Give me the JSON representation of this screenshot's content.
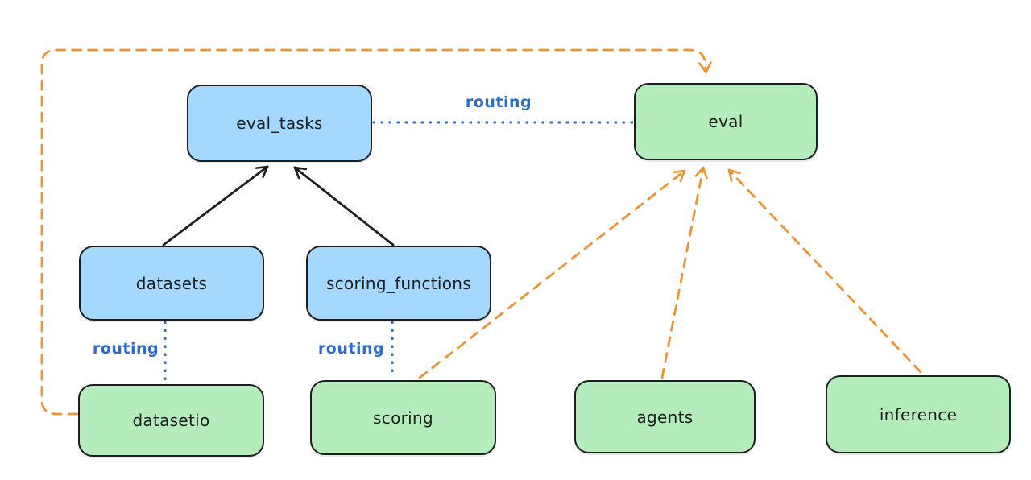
{
  "diagram": {
    "nodes": {
      "eval_tasks": {
        "label": "eval_tasks",
        "fill": "#a5d8ff"
      },
      "eval": {
        "label": "eval",
        "fill": "#b5ecbc"
      },
      "datasets": {
        "label": "datasets",
        "fill": "#a5d8ff"
      },
      "scoring_functions": {
        "label": "scoring_functions",
        "fill": "#a5d8ff"
      },
      "datasetio": {
        "label": "datasetio",
        "fill": "#b5ecbc"
      },
      "scoring": {
        "label": "scoring",
        "fill": "#b5ecbc"
      },
      "agents": {
        "label": "agents",
        "fill": "#b5ecbc"
      },
      "inference": {
        "label": "inference",
        "fill": "#b5ecbc"
      }
    },
    "routing_labels": [
      {
        "id": "routing-eval-tasks-eval",
        "text": "routing"
      },
      {
        "id": "routing-datasets-datasetio",
        "text": "routing"
      },
      {
        "id": "routing-scoring-functions-scoring",
        "text": "routing"
      }
    ],
    "edges": [
      {
        "from": "datasets",
        "to": "eval_tasks",
        "style": "solid-arrow",
        "color": "#1e1e1e"
      },
      {
        "from": "scoring_functions",
        "to": "eval_tasks",
        "style": "solid-arrow",
        "color": "#1e1e1e"
      },
      {
        "from": "eval_tasks",
        "to": "eval",
        "style": "dotted-line",
        "color": "#2f6ec7",
        "label": "routing"
      },
      {
        "from": "datasets",
        "to": "datasetio",
        "style": "dotted-line",
        "color": "#2f6ec7",
        "label": "routing"
      },
      {
        "from": "scoring_functions",
        "to": "scoring",
        "style": "dotted-line",
        "color": "#2f6ec7",
        "label": "routing"
      },
      {
        "from": "datasetio",
        "to": "eval",
        "style": "dashed-arrow",
        "color": "#ec9435"
      },
      {
        "from": "scoring",
        "to": "eval",
        "style": "dashed-arrow",
        "color": "#ec9435"
      },
      {
        "from": "agents",
        "to": "eval",
        "style": "dashed-arrow",
        "color": "#ec9435"
      },
      {
        "from": "inference",
        "to": "eval",
        "style": "dashed-arrow",
        "color": "#ec9435"
      }
    ],
    "colors": {
      "api_node_fill": "#a5d8ff",
      "provider_node_fill": "#b5ecbc",
      "node_border": "#1e1e1e",
      "routing_blue": "#2f6ec7",
      "provider_orange": "#ec9435",
      "solid_arrow_black": "#1e1e1e",
      "background": "#ffffff"
    }
  }
}
